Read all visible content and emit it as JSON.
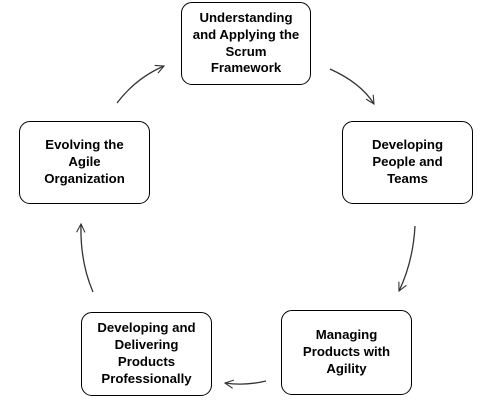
{
  "nodes": [
    {
      "id": "understanding-scrum",
      "label": "Understanding and Applying the Scrum Framework"
    },
    {
      "id": "developing-people",
      "label": "Developing People and Teams"
    },
    {
      "id": "managing-products",
      "label": "Managing Products with Agility"
    },
    {
      "id": "delivering-products",
      "label": "Developing and Delivering Products Professionally"
    },
    {
      "id": "evolving-organization",
      "label": "Evolving the Agile Organization"
    }
  ],
  "colors": {
    "border": "#000000",
    "arrow": "#333333",
    "text": "#000000",
    "background": "#ffffff"
  }
}
